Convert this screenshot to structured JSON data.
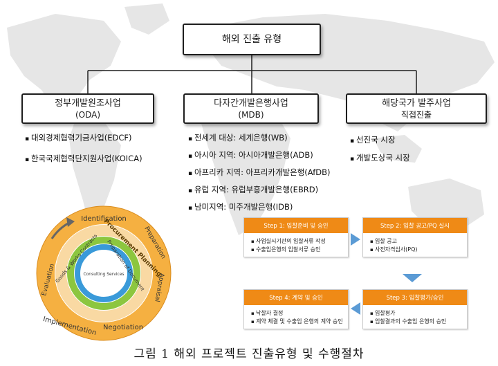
{
  "root": {
    "title": "해외 진출 유형"
  },
  "categories": [
    {
      "line1": "정부개발원조사업",
      "line2": "(ODA)"
    },
    {
      "line1": "다자간개발은행사업",
      "line2": "(MDB)"
    },
    {
      "line1": "해당국가 발주사업",
      "line2": "직접진출"
    }
  ],
  "oda_items": [
    "대외경제협력기금사업(EDCF)",
    "한국국제협력단지원사업(KOICA)"
  ],
  "mdb_items": [
    "전세계 대상: 세계은행(WB)",
    "아시아 지역: 아시아개발은행(ADB)",
    "아프리카 지역: 아프리카개발은행(AfDB)",
    "유럽 지역: 유럽부흥개발은행(EBRD)",
    "남미지역: 미주개발은행(IDB)"
  ],
  "target_items": [
    "선진국 시장",
    "개발도상국 시장"
  ],
  "cycle": {
    "outer_labels": [
      "Identification",
      "Preparation",
      "Appraisal",
      "Negotiation",
      "Implementation",
      "Evaluation"
    ],
    "middle_label": "Procurement Planning",
    "inner_labels": [
      "Goods & Works Contracts",
      "Preparation of Document",
      "Consulting Services"
    ]
  },
  "steps": [
    {
      "title": "Step 1: 입찰준비 및 승인",
      "items": [
        "사업실시기관의 입찰서류 작성",
        "수출입은행의 입찰서류 승인"
      ]
    },
    {
      "title": "Step 2: 입찰 공고/PQ 실시",
      "items": [
        "입찰 공고",
        "사전자격심사(PQ)"
      ]
    },
    {
      "title": "Step 3: 입찰평가/승인",
      "items": [
        "입찰평가",
        "입찰결과의 수출입 은행의 승인"
      ]
    },
    {
      "title": "Step 4: 계약 및 승인",
      "items": [
        "낙찰자 결정",
        "계약 체결 및 수출입 은행의 계약 승인"
      ]
    }
  ],
  "caption": "그림 1 해외 프로젝트 진출유형 및 수행절차",
  "colors": {
    "step_header": "#ef8a16",
    "arrow": "#5b9bd5",
    "map": "#e4e4e4",
    "cycle_orange": "#f5b041",
    "cycle_green": "#8cc63f",
    "cycle_blue": "#3a9ad9"
  }
}
